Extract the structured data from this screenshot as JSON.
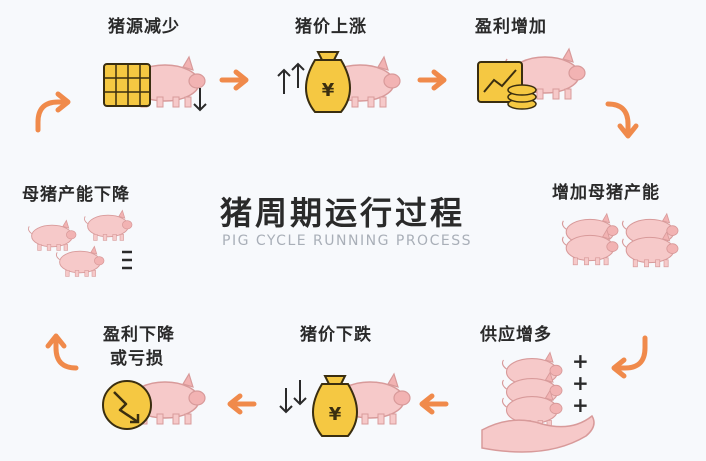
{
  "title": "猪周期运行过程",
  "subtitle": "PIG CYCLE RUNNING PROCESS",
  "stages": [
    {
      "label": "猪源减少"
    },
    {
      "label": "猪价上涨"
    },
    {
      "label": "盈利增加"
    },
    {
      "label": "增加母猪产能"
    },
    {
      "label": "供应增多"
    },
    {
      "label": "猪价下跌"
    },
    {
      "label": "盈利下降",
      "label2": "或亏损"
    },
    {
      "label": "母猪产能下降"
    }
  ],
  "symbols": {
    "yen": "¥",
    "plus": "+"
  },
  "colors": {
    "arrow": "#f08a4b",
    "pig": "#f6c9c9",
    "pig_outline": "#d89a9a",
    "gold": "#f5c842",
    "gold_outline": "#3a2e10",
    "text": "#2a2a2a"
  }
}
